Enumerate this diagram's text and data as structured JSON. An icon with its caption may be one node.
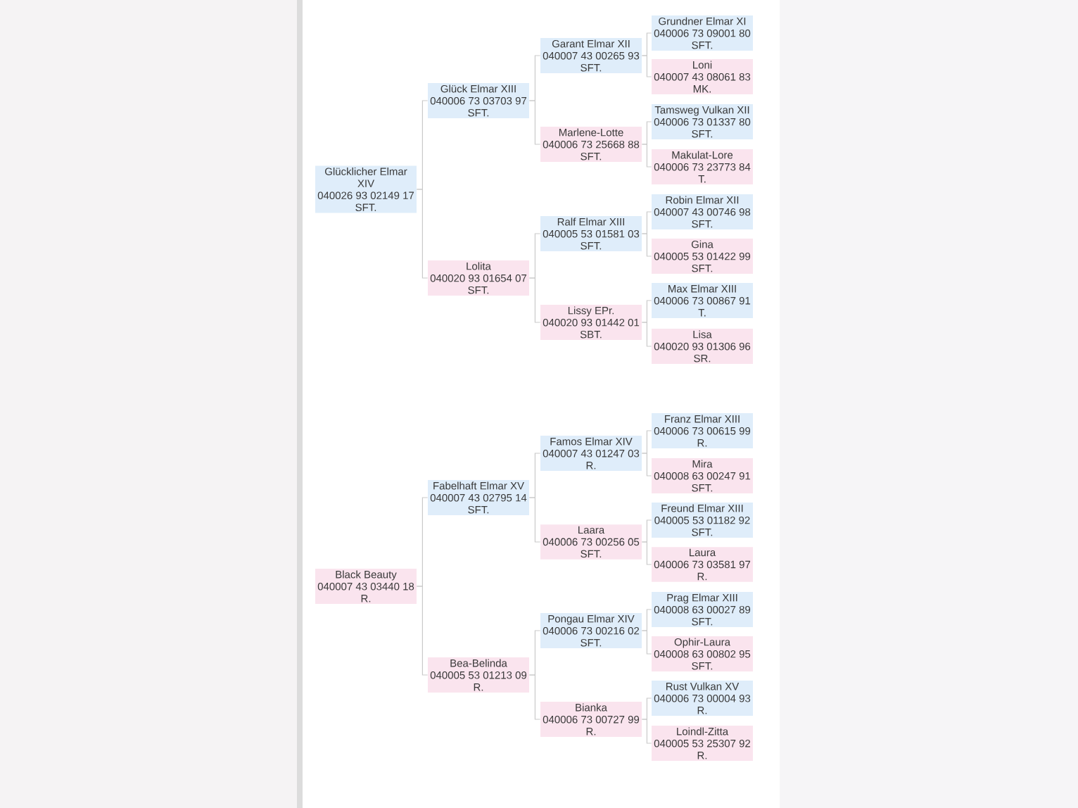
{
  "diagram": {
    "nodes": [
      {
        "text": [
          "Glücklicher Elmar XIV",
          "040026 93 02149 17 SFT."
        ]
      },
      {
        "text": [
          "Glück Elmar XIII",
          "040006 73 03703 97 SFT."
        ]
      },
      {
        "text": [
          "Lolita",
          "040020 93 01654 07 SFT."
        ]
      },
      {
        "text": [
          "Garant Elmar XII",
          "040007 43 00265 93 SFT."
        ]
      },
      {
        "text": [
          "Marlene-Lotte",
          "040006 73 25668 88 SFT."
        ]
      },
      {
        "text": [
          "Ralf Elmar XIII",
          "040005 53 01581 03 SFT."
        ]
      },
      {
        "text": [
          "Lissy EPr.",
          "040020 93 01442 01 SBT."
        ]
      },
      {
        "text": [
          "Grundner Elmar XI",
          "040006 73 09001 80 SFT."
        ]
      },
      {
        "text": [
          "Loni",
          "040007 43 08061 83 MK."
        ]
      },
      {
        "text": [
          "Tamsweg Vulkan XII",
          "040006 73 01337 80 SFT."
        ]
      },
      {
        "text": [
          "Makulat-Lore",
          "040006 73 23773 84 T."
        ]
      },
      {
        "text": [
          "Robin Elmar XII",
          "040007 43 00746 98 SFT."
        ]
      },
      {
        "text": [
          "Gina",
          "040005 53 01422 99 SFT."
        ]
      },
      {
        "text": [
          "Max Elmar XIII",
          "040006 73 00867 91 T."
        ]
      },
      {
        "text": [
          "Lisa",
          "040020 93 01306 96 SR."
        ]
      },
      {
        "text": [
          "Black Beauty",
          "040007 43 03440 18 R."
        ]
      },
      {
        "text": [
          "Fabelhaft Elmar XV",
          "040007 43 02795 14 SFT."
        ]
      },
      {
        "text": [
          "Bea-Belinda",
          "040005 53 01213 09 R."
        ]
      },
      {
        "text": [
          "Famos Elmar XIV",
          "040007 43 01247 03 R."
        ]
      },
      {
        "text": [
          "Laara",
          "040006 73 00256 05 SFT."
        ]
      },
      {
        "text": [
          "Pongau Elmar XIV",
          "040006 73 00216 02 SFT."
        ]
      },
      {
        "text": [
          "Bianka",
          "040006 73 00727 99 R."
        ]
      },
      {
        "text": [
          "Franz Elmar XIII",
          "040006 73 00615 99 R."
        ]
      },
      {
        "text": [
          "Mira",
          "040008 63 00247 91 SFT."
        ]
      },
      {
        "text": [
          "Freund Elmar XIII",
          "040005 53 01182 92 SFT."
        ]
      },
      {
        "text": [
          "Laura",
          "040006 73 03581 97 R."
        ]
      },
      {
        "text": [
          "Prag Elmar XIII",
          "040008 63 00027 89 SFT."
        ]
      },
      {
        "text": [
          "Ophir-Laura",
          "040008 63 00802 95 SFT."
        ]
      },
      {
        "text": [
          "Rust Vulkan XV",
          "040006 73 00004 93 R."
        ]
      },
      {
        "text": [
          "Loindl-Zitta",
          "040005 53 25307 92 R."
        ]
      }
    ],
    "edges": [
      {
        "from": 0,
        "to": 1,
        "arrow": "none"
      },
      {
        "from": 0,
        "to": 2,
        "arrow": "none"
      },
      {
        "from": 1,
        "to": 3,
        "arrow": "none"
      },
      {
        "from": 1,
        "to": 4,
        "arrow": "none"
      },
      {
        "from": 2,
        "to": 5,
        "arrow": "none"
      },
      {
        "from": 2,
        "to": 6,
        "arrow": "none"
      },
      {
        "from": 3,
        "to": 7,
        "arrow": "none"
      },
      {
        "from": 3,
        "to": 8,
        "arrow": "none"
      },
      {
        "from": 4,
        "to": 9,
        "arrow": "none"
      },
      {
        "from": 4,
        "to": 10,
        "arrow": "none"
      },
      {
        "from": 5,
        "to": 11,
        "arrow": "none"
      },
      {
        "from": 5,
        "to": 12,
        "arrow": "none"
      },
      {
        "from": 6,
        "to": 13,
        "arrow": "none"
      },
      {
        "from": 6,
        "to": 14,
        "arrow": "none"
      },
      {
        "from": 15,
        "to": 16,
        "arrow": "none"
      },
      {
        "from": 15,
        "to": 17,
        "arrow": "none"
      },
      {
        "from": 16,
        "to": 18,
        "arrow": "none"
      },
      {
        "from": 16,
        "to": 19,
        "arrow": "none"
      },
      {
        "from": 17,
        "to": 20,
        "arrow": "none"
      },
      {
        "from": 17,
        "to": 21,
        "arrow": "none"
      },
      {
        "from": 18,
        "to": 22,
        "arrow": "none"
      },
      {
        "from": 18,
        "to": 23,
        "arrow": "none"
      },
      {
        "from": 19,
        "to": 24,
        "arrow": "none"
      },
      {
        "from": 19,
        "to": 25,
        "arrow": "none"
      },
      {
        "from": 20,
        "to": 26,
        "arrow": "none"
      },
      {
        "from": 20,
        "to": 27,
        "arrow": "none"
      },
      {
        "from": 21,
        "to": 28,
        "arrow": "none"
      },
      {
        "from": 21,
        "to": 29,
        "arrow": "none"
      }
    ]
  }
}
